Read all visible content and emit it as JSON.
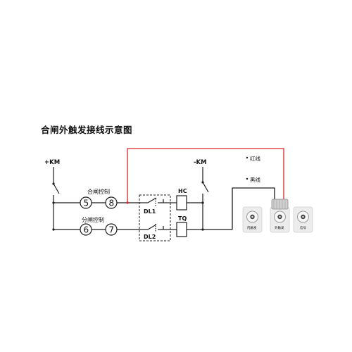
{
  "title": "合闸外触发接线示意图",
  "labels": {
    "plus_km": "+KM",
    "minus_km": "-KM",
    "close_control": "合闸控制",
    "open_control": "分闸控制",
    "terminal_5": "5",
    "terminal_8": "8",
    "terminal_6": "6",
    "terminal_7": "7",
    "dl1": "DL1",
    "dl2": "DL2",
    "hc": "HC",
    "tq": "TQ",
    "red_wire": "红线",
    "black_wire": "黑线",
    "socket_inner": "内触发",
    "socket_outer": "外触发",
    "socket_signal": "信号"
  },
  "colors": {
    "red_wire": "#d9232a",
    "black_wire": "#1a1a1a"
  }
}
